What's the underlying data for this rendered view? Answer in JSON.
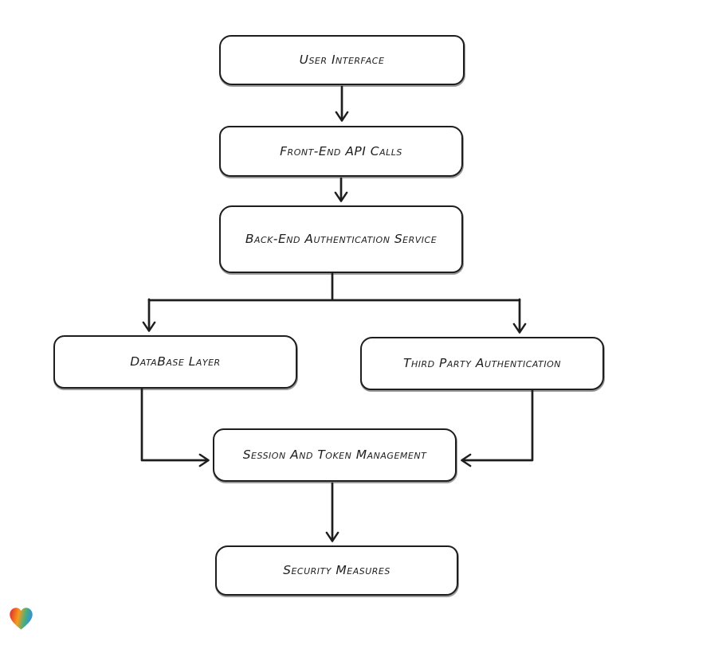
{
  "diagram": {
    "type": "flowchart",
    "background": "#ffffff",
    "stroke_color": "#1e1e1e",
    "node_fill": "#ffffff",
    "nodes": [
      {
        "id": "user_interface",
        "label": "User Interface"
      },
      {
        "id": "front_end_api_calls",
        "label": "Front-End API Calls"
      },
      {
        "id": "back_end_authentication_service",
        "label": "Back-End Authentication Service"
      },
      {
        "id": "database_layer",
        "label": "DataBase Layer"
      },
      {
        "id": "third_party_authentication",
        "label": "Third Party Authentication"
      },
      {
        "id": "session_and_token_management",
        "label": "Session And Token Management"
      },
      {
        "id": "security_measures",
        "label": "Security Measures"
      }
    ],
    "edges": [
      {
        "from": "user_interface",
        "to": "front_end_api_calls"
      },
      {
        "from": "front_end_api_calls",
        "to": "back_end_authentication_service"
      },
      {
        "from": "back_end_authentication_service",
        "to": "database_layer"
      },
      {
        "from": "back_end_authentication_service",
        "to": "third_party_authentication"
      },
      {
        "from": "database_layer",
        "to": "session_and_token_management"
      },
      {
        "from": "third_party_authentication",
        "to": "session_and_token_management"
      },
      {
        "from": "session_and_token_management",
        "to": "security_measures"
      }
    ]
  },
  "branding": {
    "logo_icon": "heart-logo-icon",
    "logo_gradient": [
      "#e3282c",
      "#f59b1e",
      "#49ae7c",
      "#2f8fe0"
    ]
  }
}
